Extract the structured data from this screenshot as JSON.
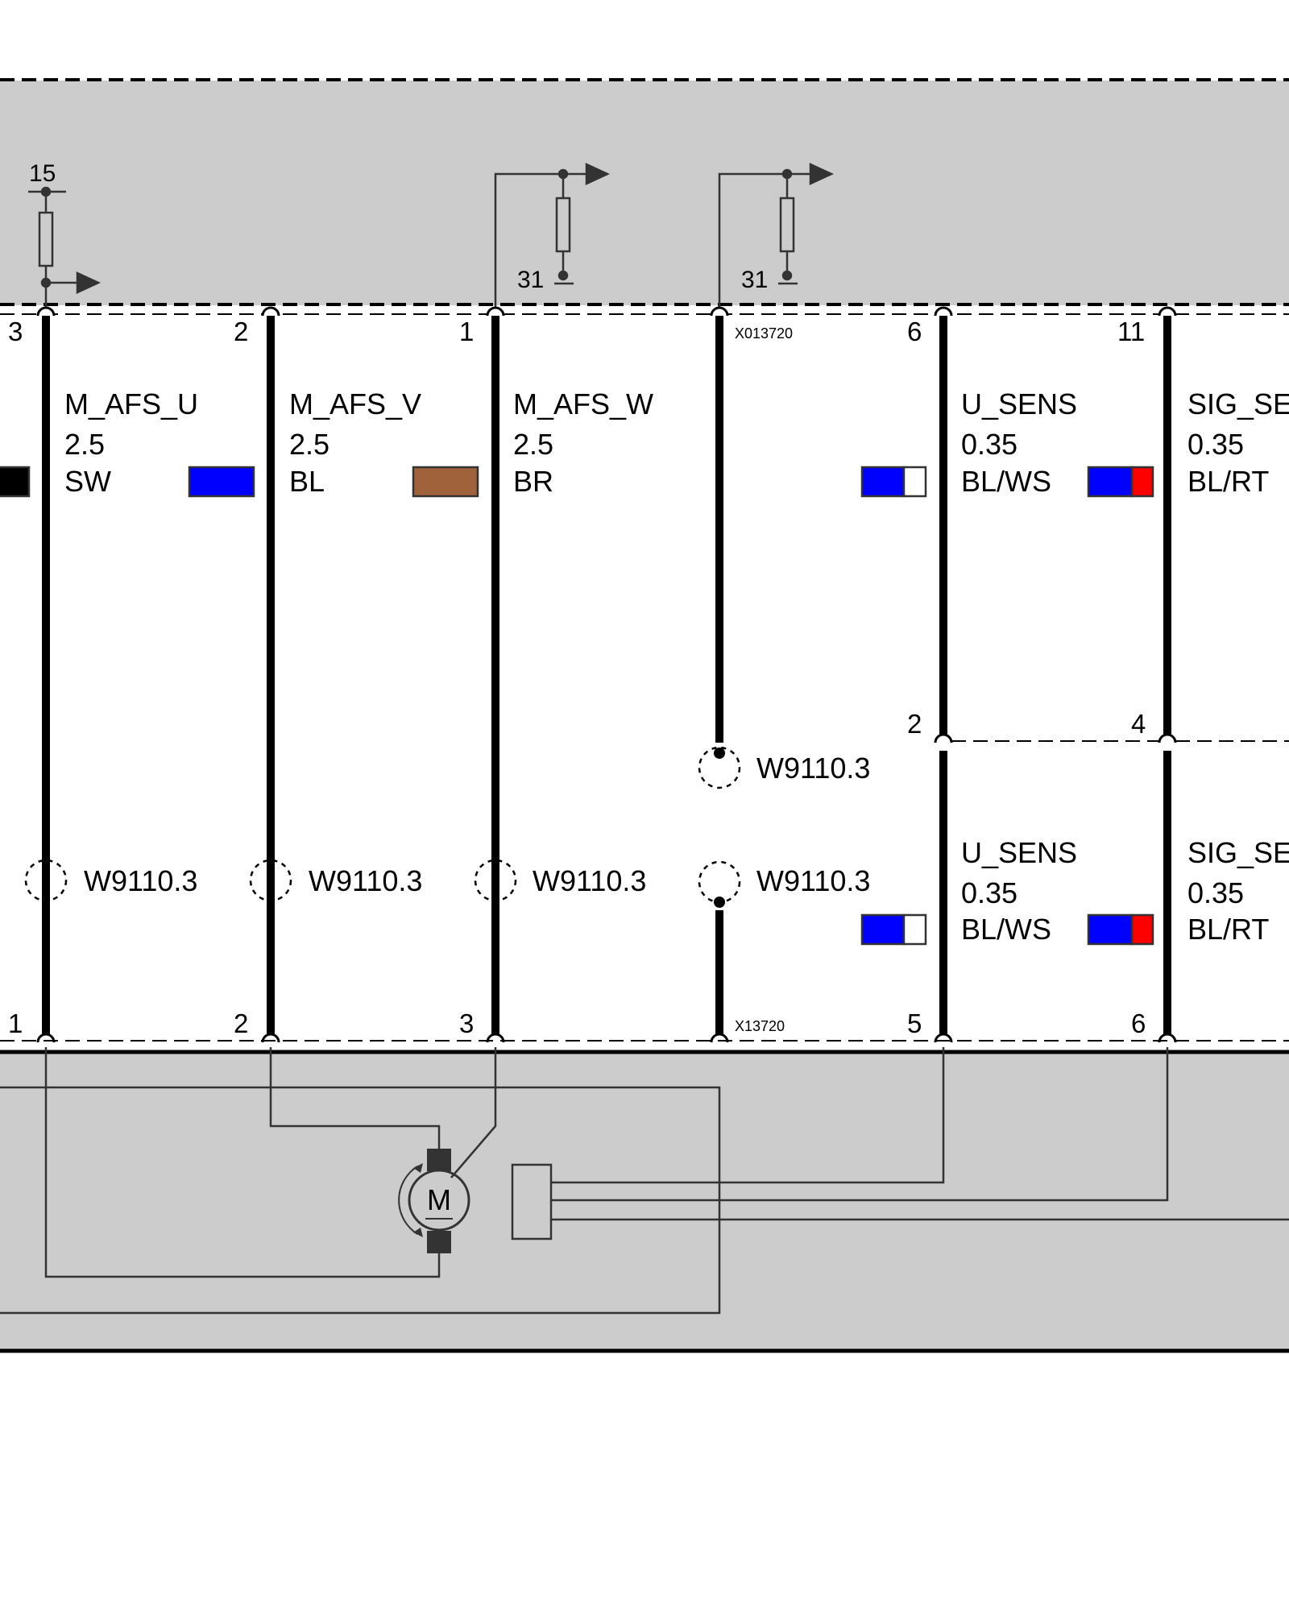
{
  "connectors": {
    "top": "X013720",
    "bottom": "X13720"
  },
  "terminals": {
    "supply": "15",
    "ground_1": "31",
    "ground_2": "31"
  },
  "top_pins": [
    "3",
    "2",
    "1",
    "6",
    "11"
  ],
  "bottom_pins": [
    "1",
    "2",
    "3",
    "5",
    "6"
  ],
  "mid_pins": [
    "2",
    "4"
  ],
  "upper_wires": [
    {
      "signal": "M_AFS_U",
      "gauge": "2.5",
      "color": "SW",
      "colors_hex": [
        "#000000"
      ]
    },
    {
      "signal": "M_AFS_V",
      "gauge": "2.5",
      "color": "BL",
      "colors_hex": [
        "#0000ff"
      ]
    },
    {
      "signal": "M_AFS_W",
      "gauge": "2.5",
      "color": "BR",
      "colors_hex": [
        "#a0623a"
      ]
    },
    {
      "signal": "U_SENS",
      "gauge": "0.35",
      "color": "BL/WS",
      "colors_hex": [
        "#0000ff",
        "#ffffff"
      ]
    },
    {
      "signal": "SIG_SE",
      "gauge": "0.35",
      "color": "BL/RT",
      "colors_hex": [
        "#0000ff",
        "#ff0000"
      ]
    }
  ],
  "lower_wires": [
    {
      "signal": "U_SENS",
      "gauge": "0.35",
      "color": "BL/WS"
    },
    {
      "signal": "SIG_SE",
      "gauge": "0.35",
      "color": "BL/RT"
    }
  ],
  "splices": [
    "W9110.3",
    "W9110.3",
    "W9110.3",
    "W9110.3",
    "W9110.3"
  ],
  "motor_symbol": "M",
  "colors": {
    "module_fill": "#cccccc",
    "wire": "#000000"
  }
}
